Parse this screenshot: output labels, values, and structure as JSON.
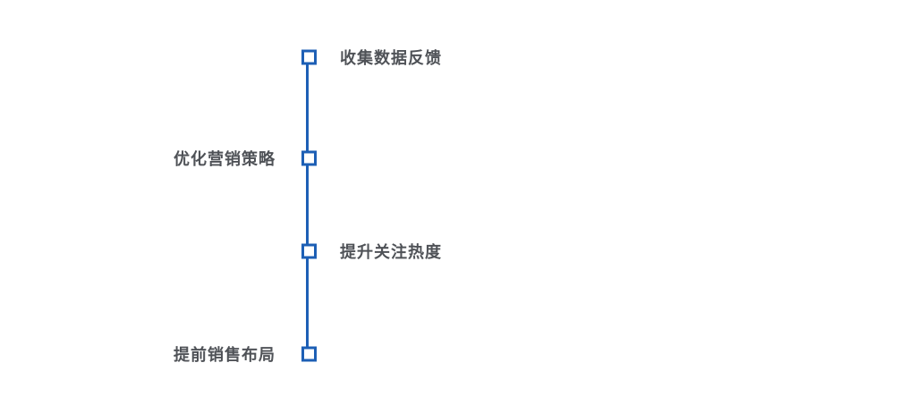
{
  "diagram": {
    "type": "vertical-timeline",
    "accent_color": "#1d5fb5",
    "label_color": "#4f5257",
    "items": [
      {
        "label": "收集数据反馈",
        "side": "right"
      },
      {
        "label": "优化营销策略",
        "side": "left"
      },
      {
        "label": "提升关注热度",
        "side": "right"
      },
      {
        "label": "提前销售布局",
        "side": "left"
      }
    ]
  }
}
